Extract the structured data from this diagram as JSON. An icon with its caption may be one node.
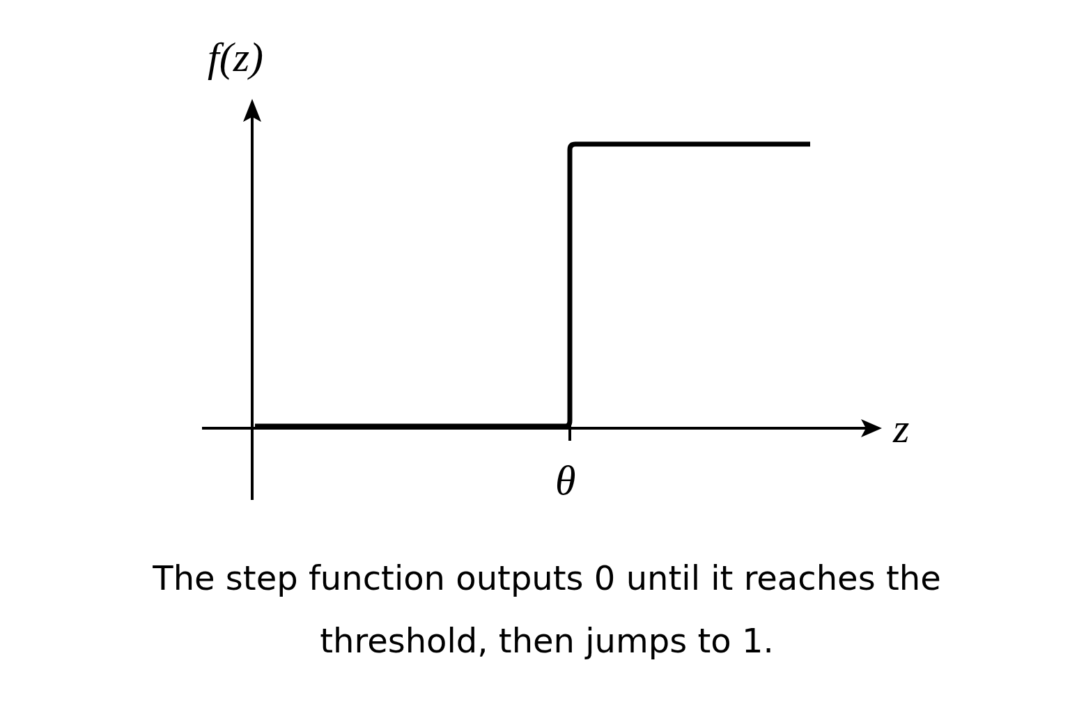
{
  "diagram": {
    "caption": "The step function outputs 0 until it reaches the threshold, then jumps to 1.",
    "labels": [
      "f(z)",
      "z",
      "θ"
    ]
  }
}
